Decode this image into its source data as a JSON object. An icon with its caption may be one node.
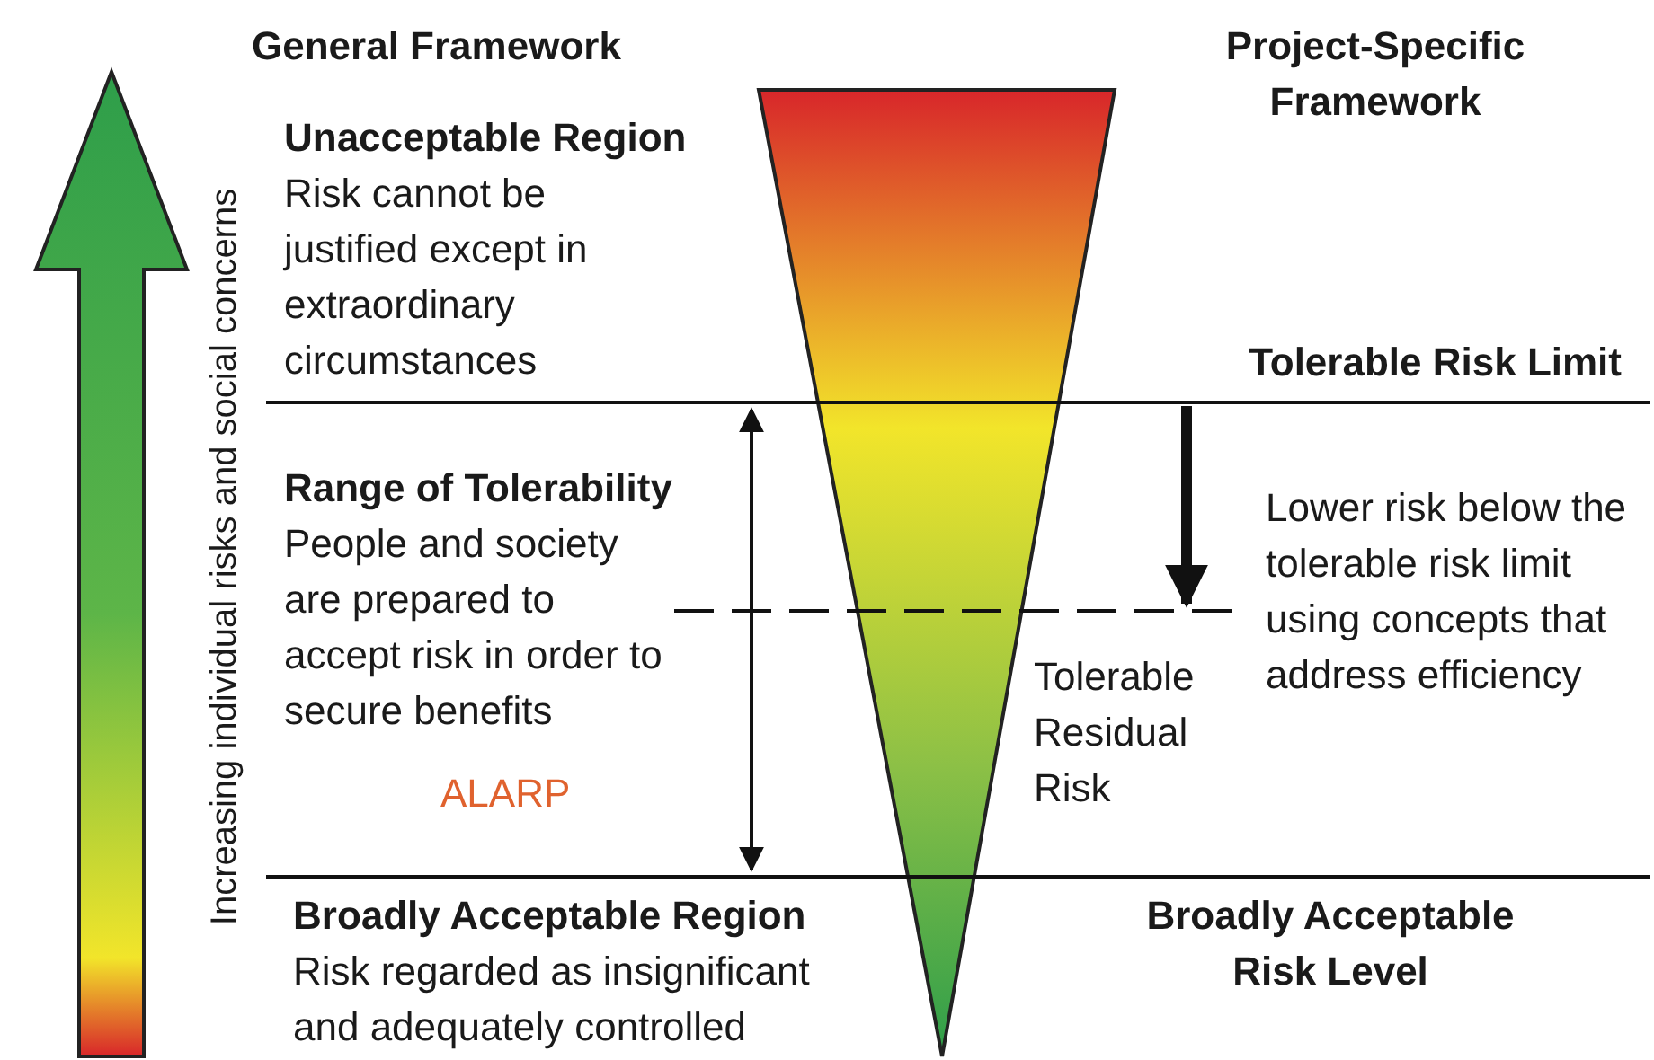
{
  "diagram": {
    "labels": [
      "General Framework",
      "Project-Specific Framework",
      "Unacceptable Region",
      "Risk cannot be justified except in extraordinary circumstances",
      "Increasing individual risks and social concerns",
      "Tolerable Risk Limit",
      "Range of Tolerability",
      "People and society are prepared to accept risk in order to secure benefits",
      "Lower risk below the tolerable risk limit using concepts that address efficiency",
      "Tolerable Residual Risk",
      "ALARP",
      "Broadly Acceptable Region",
      "Risk regarded as insignificant and adequately controlled",
      "Broadly Acceptable Risk Level"
    ]
  }
}
